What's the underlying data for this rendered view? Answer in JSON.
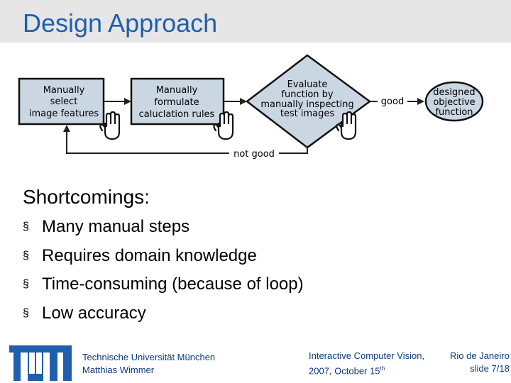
{
  "slide": {
    "title": "Design Approach",
    "section_heading": "Shortcomings:",
    "bullet_glyph": "§",
    "bullets": [
      "Many manual steps",
      "Requires domain knowledge",
      "Time-consuming (because of loop)",
      "Low accuracy"
    ]
  },
  "diagram": {
    "box1": [
      "Manually",
      "select",
      "image features"
    ],
    "box2": [
      "Manually",
      "formulate",
      "caluclation rules"
    ],
    "diamond": [
      "Evaluate",
      "function by",
      "manually inspecting",
      "test images"
    ],
    "good_label": "good",
    "not_good_label": "not good",
    "result": [
      "designed",
      "objective",
      "function"
    ],
    "hand_icon": "hand-icon"
  },
  "footer": {
    "logo_text": "TUM",
    "university": "Technische Universität München",
    "author": "Matthias Wimmer",
    "event": "Interactive Computer Vision,",
    "date_prefix": "2007, October 15",
    "date_suffix": "th",
    "location": "Rio de Janeiro",
    "slide_number": "slide 7/18"
  },
  "colors": {
    "title": "#1f5fae",
    "title_bar": "#e6e6e6",
    "box_fill": "#cbd6e3",
    "footer_text": "#0b3b7a",
    "logo": "#1f5fae"
  }
}
